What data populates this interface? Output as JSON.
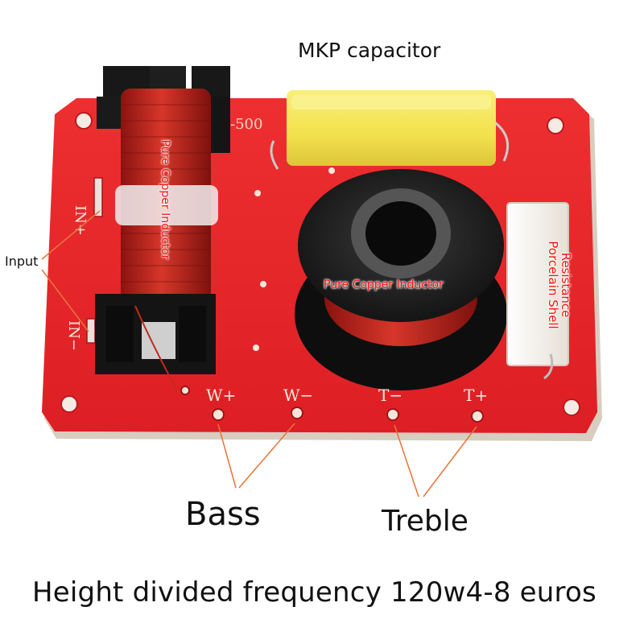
{
  "labels": {
    "capacitor": "MKP capacitor",
    "input": "Input",
    "bass": "Bass",
    "treble": "Treble",
    "caption": "Height divided frequency 120w4-8 euros"
  },
  "overlays": {
    "coil_left": "Pure Copper Inductor",
    "coil_right": "Pure Copper Inductor",
    "resistor_line1": "Porcelain Shell",
    "resistor_line2": "Resistance"
  },
  "board_silkscreen": {
    "in_plus": "IN+",
    "in_minus": "IN−",
    "w_plus": "W+",
    "w_minus": "W−",
    "t_minus": "T−",
    "t_plus": "T+",
    "cap_value": "-500"
  },
  "colors": {
    "board": "#e8262a",
    "board_edge": "#d9cfc2",
    "capacitor": "#f3e55a",
    "coil_copper": "#c2261e",
    "resistor": "#f4f1ea",
    "annotation_line": "#e8743a"
  }
}
